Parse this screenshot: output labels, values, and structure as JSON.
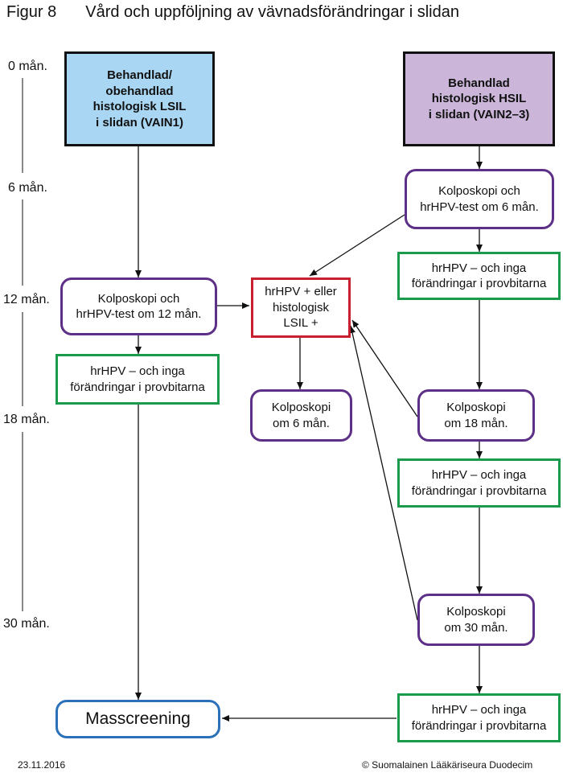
{
  "title": {
    "figure": "Figur 8",
    "text": "Vård och uppföljning av vävnadsförändringar i slidan"
  },
  "timeline": [
    "0 mån.",
    "6 mån.",
    "12 mån.",
    "18 mån.",
    "30 mån."
  ],
  "boxes": {
    "lsil_start": "Behandlad/\nobehandlad\nhistologisk LSIL\ni slidan (VAIN1)",
    "hsil_start": "Behandlad\nhistologisk HSIL\ni slidan (VAIN2–3)",
    "kolpo_6": "Kolposkopi och\nhrHPV-test om 6 mån.",
    "green_r1": "hrHPV – och inga\nförändringar i provbitarna",
    "kolpo_12": "Kolposkopi och\nhrHPV-test om 12 mån.",
    "hpv_pos": "hrHPV + eller\nhistologisk\nLSIL +",
    "green_l": "hrHPV – och inga\nförändringar i provbitarna",
    "kolpo_6_mid": "Kolposkopi\nom 6 mån.",
    "kolpo_18": "Kolposkopi\nom 18 mån.",
    "green_r2": "hrHPV – och inga\nförändringar i provbitarna",
    "kolpo_30": "Kolposkopi\nom 30 mån.",
    "masscreening": "Masscreening",
    "green_r3": "hrHPV – och inga\nförändringar i provbitarna"
  },
  "footer": {
    "date": "23.11.2016",
    "copyright": "© Suomalainen Lääkäriseura Duodecim"
  },
  "colors": {
    "lsil_fill": "#a9d6f2",
    "hsil_fill": "#cbb6d9",
    "purple": "#5e2f86",
    "green": "#1a9b4b",
    "red": "#c7202e",
    "blue": "#2b70b8"
  }
}
